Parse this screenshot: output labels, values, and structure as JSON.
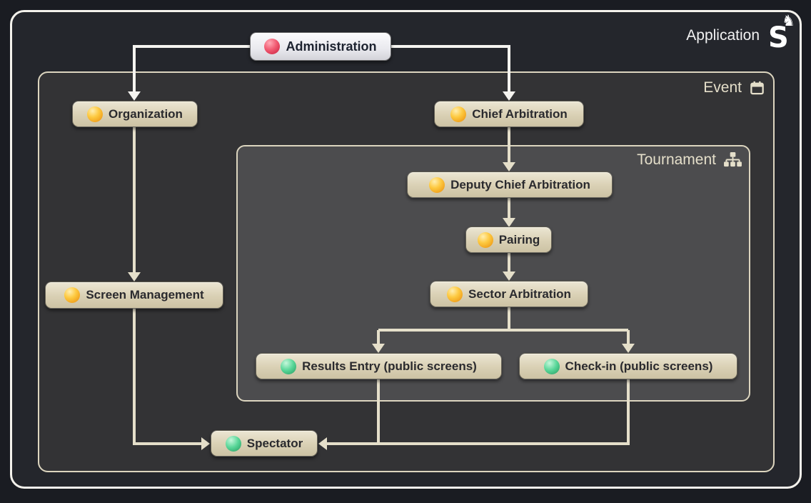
{
  "containers": {
    "application": {
      "label": "Application",
      "icon": "knight-s-logo",
      "logo_text": "S"
    },
    "event": {
      "label": "Event",
      "icon": "calendar-icon"
    },
    "tournament": {
      "label": "Tournament",
      "icon": "sitemap-icon"
    }
  },
  "nodes": {
    "administration": {
      "label": "Administration",
      "status": "red"
    },
    "organization": {
      "label": "Organization",
      "status": "yellow"
    },
    "chief_arbitration": {
      "label": "Chief Arbitration",
      "status": "yellow"
    },
    "deputy_chief_arbitration": {
      "label": "Deputy Chief Arbitration",
      "status": "yellow"
    },
    "pairing": {
      "label": "Pairing",
      "status": "yellow"
    },
    "sector_arbitration": {
      "label": "Sector Arbitration",
      "status": "yellow"
    },
    "results_entry": {
      "label": "Results Entry (public screens)",
      "status": "green"
    },
    "check_in": {
      "label": "Check-in (public screens)",
      "status": "green"
    },
    "screen_management": {
      "label": "Screen Management",
      "status": "yellow"
    },
    "spectator": {
      "label": "Spectator",
      "status": "green"
    }
  },
  "edges": [
    {
      "from": "Administration",
      "to": "Organization"
    },
    {
      "from": "Administration",
      "to": "Chief Arbitration"
    },
    {
      "from": "Organization",
      "to": "Screen Management"
    },
    {
      "from": "Screen Management",
      "to": "Spectator"
    },
    {
      "from": "Chief Arbitration",
      "to": "Deputy Chief Arbitration"
    },
    {
      "from": "Deputy Chief Arbitration",
      "to": "Pairing"
    },
    {
      "from": "Pairing",
      "to": "Sector Arbitration"
    },
    {
      "from": "Sector Arbitration",
      "to": "Results Entry (public screens)"
    },
    {
      "from": "Sector Arbitration",
      "to": "Check-in (public screens)"
    },
    {
      "from": "Results Entry (public screens)",
      "to": "Spectator"
    },
    {
      "from": "Check-in (public screens)",
      "to": "Spectator"
    }
  ],
  "icons": {
    "knight_glyph": "♞"
  },
  "colors": {
    "status_red": "#e2465e",
    "status_yellow": "#f6b62c",
    "status_green": "#4fd092",
    "wire_white": "#f5f4f0",
    "wire_cream": "#e5dfca",
    "frame_border_cream": "#dcd5bf",
    "frame_border_white": "#f4f2ec"
  }
}
